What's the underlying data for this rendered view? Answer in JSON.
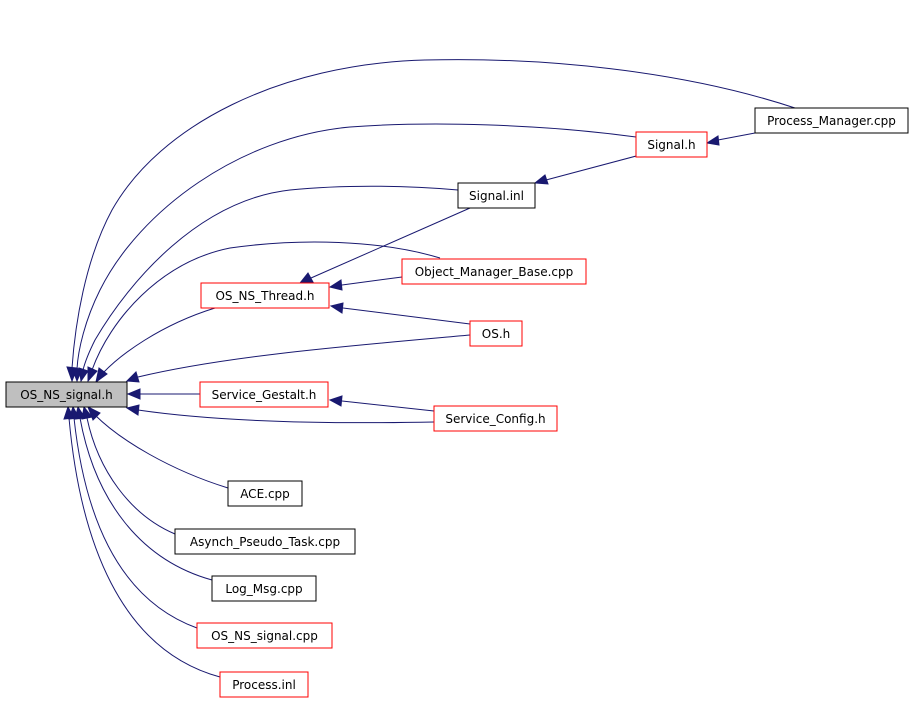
{
  "colors": {
    "edge": "#191970",
    "node_border_default": "#000000",
    "node_border_truncated": "#ff0000",
    "root_fill": "#bfbfbf"
  },
  "nodes": {
    "root": {
      "label": "OS_NS_signal.h",
      "style": "root"
    },
    "process_manager": {
      "label": "Process_Manager.cpp",
      "style": "black"
    },
    "signal_h": {
      "label": "Signal.h",
      "style": "red"
    },
    "signal_inl": {
      "label": "Signal.inl",
      "style": "black"
    },
    "object_manager": {
      "label": "Object_Manager_Base.cpp",
      "style": "red"
    },
    "os_ns_thread": {
      "label": "OS_NS_Thread.h",
      "style": "red"
    },
    "os_h": {
      "label": "OS.h",
      "style": "red"
    },
    "service_gestalt": {
      "label": "Service_Gestalt.h",
      "style": "red"
    },
    "service_config": {
      "label": "Service_Config.h",
      "style": "red"
    },
    "ace_cpp": {
      "label": "ACE.cpp",
      "style": "black"
    },
    "asynch": {
      "label": "Asynch_Pseudo_Task.cpp",
      "style": "black"
    },
    "log_msg": {
      "label": "Log_Msg.cpp",
      "style": "black"
    },
    "os_ns_signal_cpp": {
      "label": "OS_NS_signal.cpp",
      "style": "red"
    },
    "process_inl": {
      "label": "Process.inl",
      "style": "red"
    }
  },
  "edges": [
    {
      "from": "process_manager",
      "to": "root"
    },
    {
      "from": "process_manager",
      "to": "signal_h"
    },
    {
      "from": "signal_h",
      "to": "root"
    },
    {
      "from": "signal_h",
      "to": "signal_inl"
    },
    {
      "from": "signal_inl",
      "to": "root"
    },
    {
      "from": "signal_inl",
      "to": "os_ns_thread"
    },
    {
      "from": "object_manager",
      "to": "root"
    },
    {
      "from": "object_manager",
      "to": "os_ns_thread"
    },
    {
      "from": "os_ns_thread",
      "to": "root"
    },
    {
      "from": "os_h",
      "to": "os_ns_thread"
    },
    {
      "from": "os_h",
      "to": "root"
    },
    {
      "from": "service_gestalt",
      "to": "root"
    },
    {
      "from": "service_config",
      "to": "service_gestalt"
    },
    {
      "from": "service_config",
      "to": "root"
    },
    {
      "from": "ace_cpp",
      "to": "root"
    },
    {
      "from": "asynch",
      "to": "root"
    },
    {
      "from": "log_msg",
      "to": "root"
    },
    {
      "from": "os_ns_signal_cpp",
      "to": "root"
    },
    {
      "from": "process_inl",
      "to": "root"
    }
  ]
}
